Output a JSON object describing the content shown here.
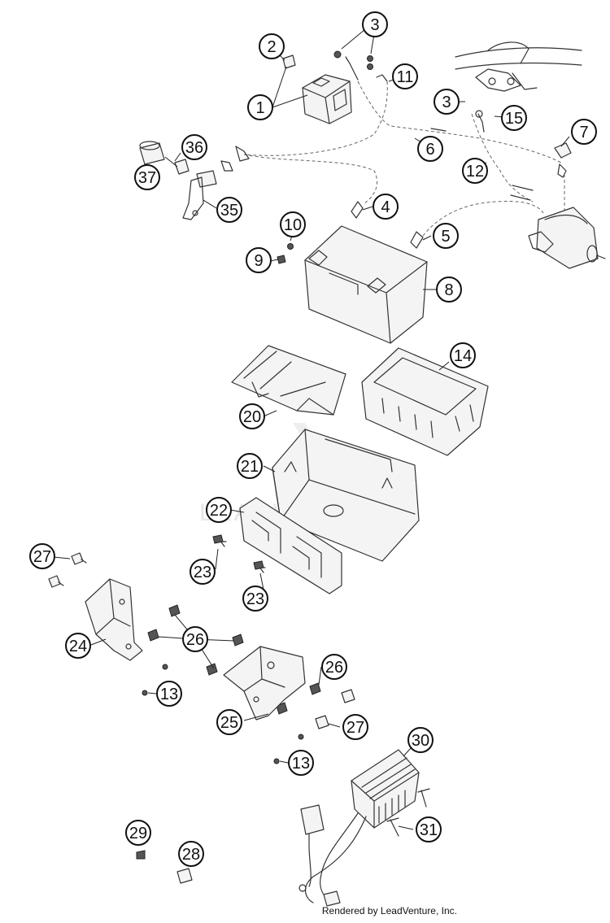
{
  "watermark": "LEADVENTURE",
  "footer": {
    "credit": "Rendered by LeadVenture, Inc."
  },
  "callouts": [
    {
      "key": "c1",
      "number": "1"
    },
    {
      "key": "c2",
      "number": "2"
    },
    {
      "key": "c3a",
      "number": "3"
    },
    {
      "key": "c3b",
      "number": "3"
    },
    {
      "key": "c4",
      "number": "4"
    },
    {
      "key": "c5",
      "number": "5"
    },
    {
      "key": "c6",
      "number": "6"
    },
    {
      "key": "c7",
      "number": "7"
    },
    {
      "key": "c8",
      "number": "8"
    },
    {
      "key": "c9",
      "number": "9"
    },
    {
      "key": "c10",
      "number": "10"
    },
    {
      "key": "c11",
      "number": "11"
    },
    {
      "key": "c12",
      "number": "12"
    },
    {
      "key": "c13a",
      "number": "13"
    },
    {
      "key": "c13b",
      "number": "13"
    },
    {
      "key": "c14",
      "number": "14"
    },
    {
      "key": "c15",
      "number": "15"
    },
    {
      "key": "c20",
      "number": "20"
    },
    {
      "key": "c21",
      "number": "21"
    },
    {
      "key": "c22",
      "number": "22"
    },
    {
      "key": "c23a",
      "number": "23"
    },
    {
      "key": "c23b",
      "number": "23"
    },
    {
      "key": "c24",
      "number": "24"
    },
    {
      "key": "c25",
      "number": "25"
    },
    {
      "key": "c26a",
      "number": "26"
    },
    {
      "key": "c26b",
      "number": "26"
    },
    {
      "key": "c27a",
      "number": "27"
    },
    {
      "key": "c27b",
      "number": "27"
    },
    {
      "key": "c28",
      "number": "28"
    },
    {
      "key": "c29",
      "number": "29"
    },
    {
      "key": "c30",
      "number": "30"
    },
    {
      "key": "c31",
      "number": "31"
    },
    {
      "key": "c35",
      "number": "35"
    },
    {
      "key": "c36",
      "number": "36"
    },
    {
      "key": "c37",
      "number": "37"
    }
  ]
}
